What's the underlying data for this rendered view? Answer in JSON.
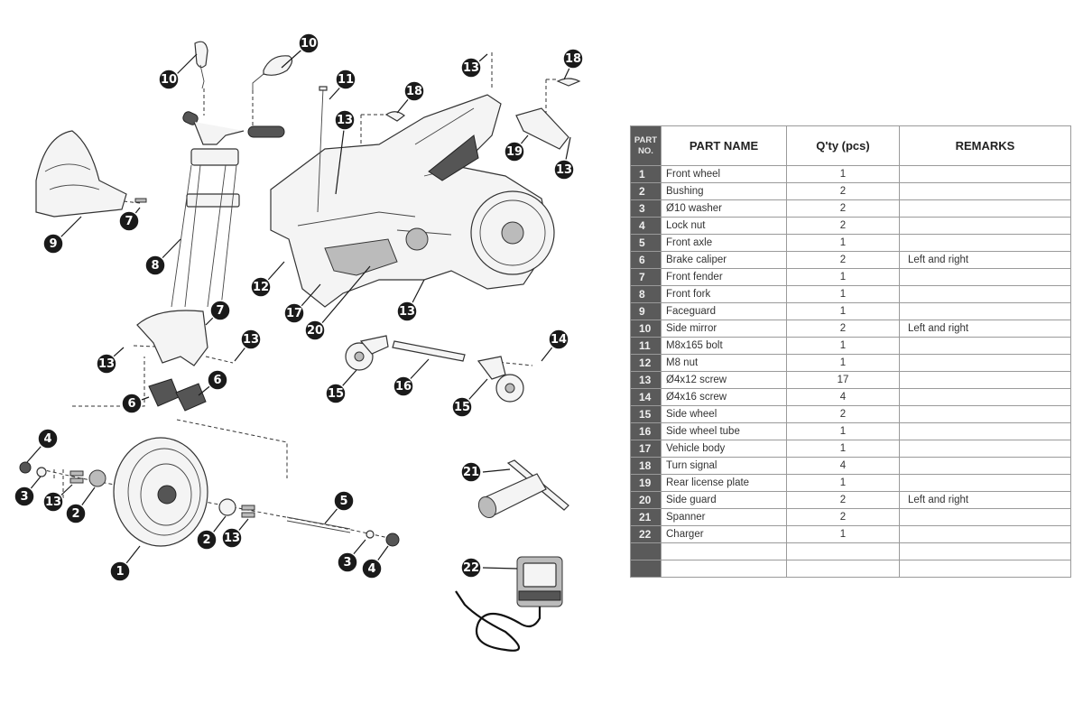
{
  "table": {
    "headers": {
      "part_no": "PART NO.",
      "part_no_line1": "PART",
      "part_no_line2": "NO.",
      "part_name": "PART NAME",
      "qty": "Q'ty (pcs)",
      "remarks": "REMARKS"
    },
    "rows": [
      {
        "no": "1",
        "name": "Front wheel",
        "qty": "1",
        "remarks": ""
      },
      {
        "no": "2",
        "name": "Bushing",
        "qty": "2",
        "remarks": ""
      },
      {
        "no": "3",
        "name": "Ø10 washer",
        "qty": "2",
        "remarks": ""
      },
      {
        "no": "4",
        "name": "Lock nut",
        "qty": "2",
        "remarks": ""
      },
      {
        "no": "5",
        "name": "Front axle",
        "qty": "1",
        "remarks": ""
      },
      {
        "no": "6",
        "name": "Brake caliper",
        "qty": "2",
        "remarks": "Left and right"
      },
      {
        "no": "7",
        "name": "Front fender",
        "qty": "1",
        "remarks": ""
      },
      {
        "no": "8",
        "name": "Front fork",
        "qty": "1",
        "remarks": ""
      },
      {
        "no": "9",
        "name": "Faceguard",
        "qty": "1",
        "remarks": ""
      },
      {
        "no": "10",
        "name": "Side mirror",
        "qty": "2",
        "remarks": "Left and right"
      },
      {
        "no": "11",
        "name": "M8x165 bolt",
        "qty": "1",
        "remarks": ""
      },
      {
        "no": "12",
        "name": "M8 nut",
        "qty": "1",
        "remarks": ""
      },
      {
        "no": "13",
        "name": "Ø4x12 screw",
        "qty": "17",
        "remarks": ""
      },
      {
        "no": "14",
        "name": "Ø4x16 screw",
        "qty": "4",
        "remarks": ""
      },
      {
        "no": "15",
        "name": "Side wheel",
        "qty": "2",
        "remarks": ""
      },
      {
        "no": "16",
        "name": "Side wheel tube",
        "qty": "1",
        "remarks": ""
      },
      {
        "no": "17",
        "name": "Vehicle body",
        "qty": "1",
        "remarks": ""
      },
      {
        "no": "18",
        "name": "Turn signal",
        "qty": "4",
        "remarks": ""
      },
      {
        "no": "19",
        "name": "Rear license plate",
        "qty": "1",
        "remarks": ""
      },
      {
        "no": "20",
        "name": "Side guard",
        "qty": "2",
        "remarks": "Left and right"
      },
      {
        "no": "21",
        "name": "Spanner",
        "qty": "2",
        "remarks": ""
      },
      {
        "no": "22",
        "name": "Charger",
        "qty": "1",
        "remarks": ""
      },
      {
        "no": "",
        "name": "",
        "qty": "",
        "remarks": ""
      },
      {
        "no": "",
        "name": "",
        "qty": "",
        "remarks": ""
      }
    ]
  },
  "diagram": {
    "callouts": [
      {
        "label": "10",
        "part": "side-mirror-left"
      },
      {
        "label": "10",
        "part": "side-mirror-right"
      },
      {
        "label": "11",
        "part": "m8x165-bolt"
      },
      {
        "label": "13",
        "part": "screw-body"
      },
      {
        "label": "18",
        "part": "turn-signal-front"
      },
      {
        "label": "13",
        "part": "screw-seat"
      },
      {
        "label": "18",
        "part": "turn-signal-rear"
      },
      {
        "label": "19",
        "part": "rear-license-plate"
      },
      {
        "label": "13",
        "part": "screw-plate"
      },
      {
        "label": "7",
        "part": "faceguard-screw"
      },
      {
        "label": "9",
        "part": "faceguard"
      },
      {
        "label": "8",
        "part": "front-fork"
      },
      {
        "label": "12",
        "part": "m8-nut"
      },
      {
        "label": "17",
        "part": "vehicle-body"
      },
      {
        "label": "20",
        "part": "side-guard"
      },
      {
        "label": "13",
        "part": "screw-underbody"
      },
      {
        "label": "7",
        "part": "front-fender"
      },
      {
        "label": "13",
        "part": "screw-fender-left"
      },
      {
        "label": "13",
        "part": "screw-fender-right"
      },
      {
        "label": "6",
        "part": "brake-caliper-left"
      },
      {
        "label": "6",
        "part": "brake-caliper-right"
      },
      {
        "label": "14",
        "part": "screw-side-wheel"
      },
      {
        "label": "15",
        "part": "side-wheel-left"
      },
      {
        "label": "16",
        "part": "side-wheel-tube"
      },
      {
        "label": "15",
        "part": "side-wheel-right"
      },
      {
        "label": "4",
        "part": "lock-nut-left"
      },
      {
        "label": "3",
        "part": "washer-left"
      },
      {
        "label": "13",
        "part": "screw-hub-left"
      },
      {
        "label": "2",
        "part": "bushing-left"
      },
      {
        "label": "1",
        "part": "front-wheel"
      },
      {
        "label": "2",
        "part": "bushing-right"
      },
      {
        "label": "13",
        "part": "screw-hub-right"
      },
      {
        "label": "5",
        "part": "front-axle"
      },
      {
        "label": "3",
        "part": "washer-right"
      },
      {
        "label": "4",
        "part": "lock-nut-right"
      },
      {
        "label": "21",
        "part": "spanner"
      },
      {
        "label": "22",
        "part": "charger"
      }
    ]
  }
}
